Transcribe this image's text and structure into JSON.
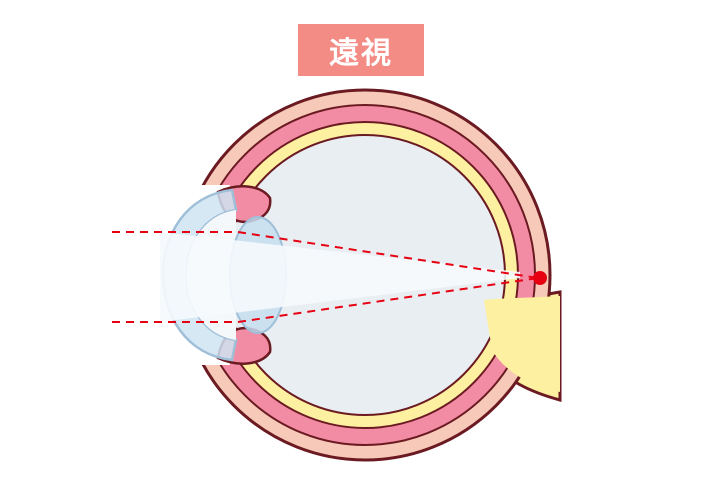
{
  "title": {
    "text": "遠視",
    "badge_color": "#f48c86",
    "text_color": "#ffffff"
  },
  "colors": {
    "outline": "#6b1a22",
    "sclera": "#f7c9b8",
    "choroid": "#f28ca4",
    "retina": "#fdf0a0",
    "vitreous": "#e9eef2",
    "cornea": "#cfe4f2",
    "lens": "#c7def0",
    "light_cone": "#f6fafd",
    "ray": "#e60012",
    "focal_point": "#e60012",
    "optic_nerve": "#fdf0a0"
  },
  "icons": {
    "eyeball": "eye-cross-section",
    "focal_point": "focal-point-dot"
  }
}
